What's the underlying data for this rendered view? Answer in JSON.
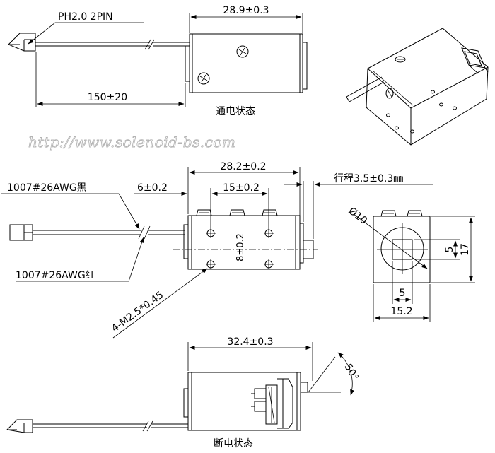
{
  "top_view": {
    "connector_label": "PH2.0  2PIN",
    "body_length": "28.9±0.3",
    "lead_length": "150±20",
    "state_label": "通电状态"
  },
  "watermark": "http://www.solenoid-bs.com",
  "side_view": {
    "wire_black": "1007#26AWG黑",
    "wire_red": "1007#26AWG红",
    "offset": "6±0.2",
    "hole_pitch_x": "15±0.2",
    "body_length": "28.2±0.2",
    "stroke": "行程3.5±0.3㎜",
    "hole_pitch_y": "8±0.2",
    "screw_holes": "4-M2.5*0.45"
  },
  "end_view": {
    "diameter": "Ø10",
    "plunger_h": "5",
    "height": "17",
    "plunger_w": "5",
    "width": "15.2"
  },
  "bottom_view": {
    "body_length": "32.4±0.3",
    "angle": "50°",
    "state_label": "断电状态"
  }
}
